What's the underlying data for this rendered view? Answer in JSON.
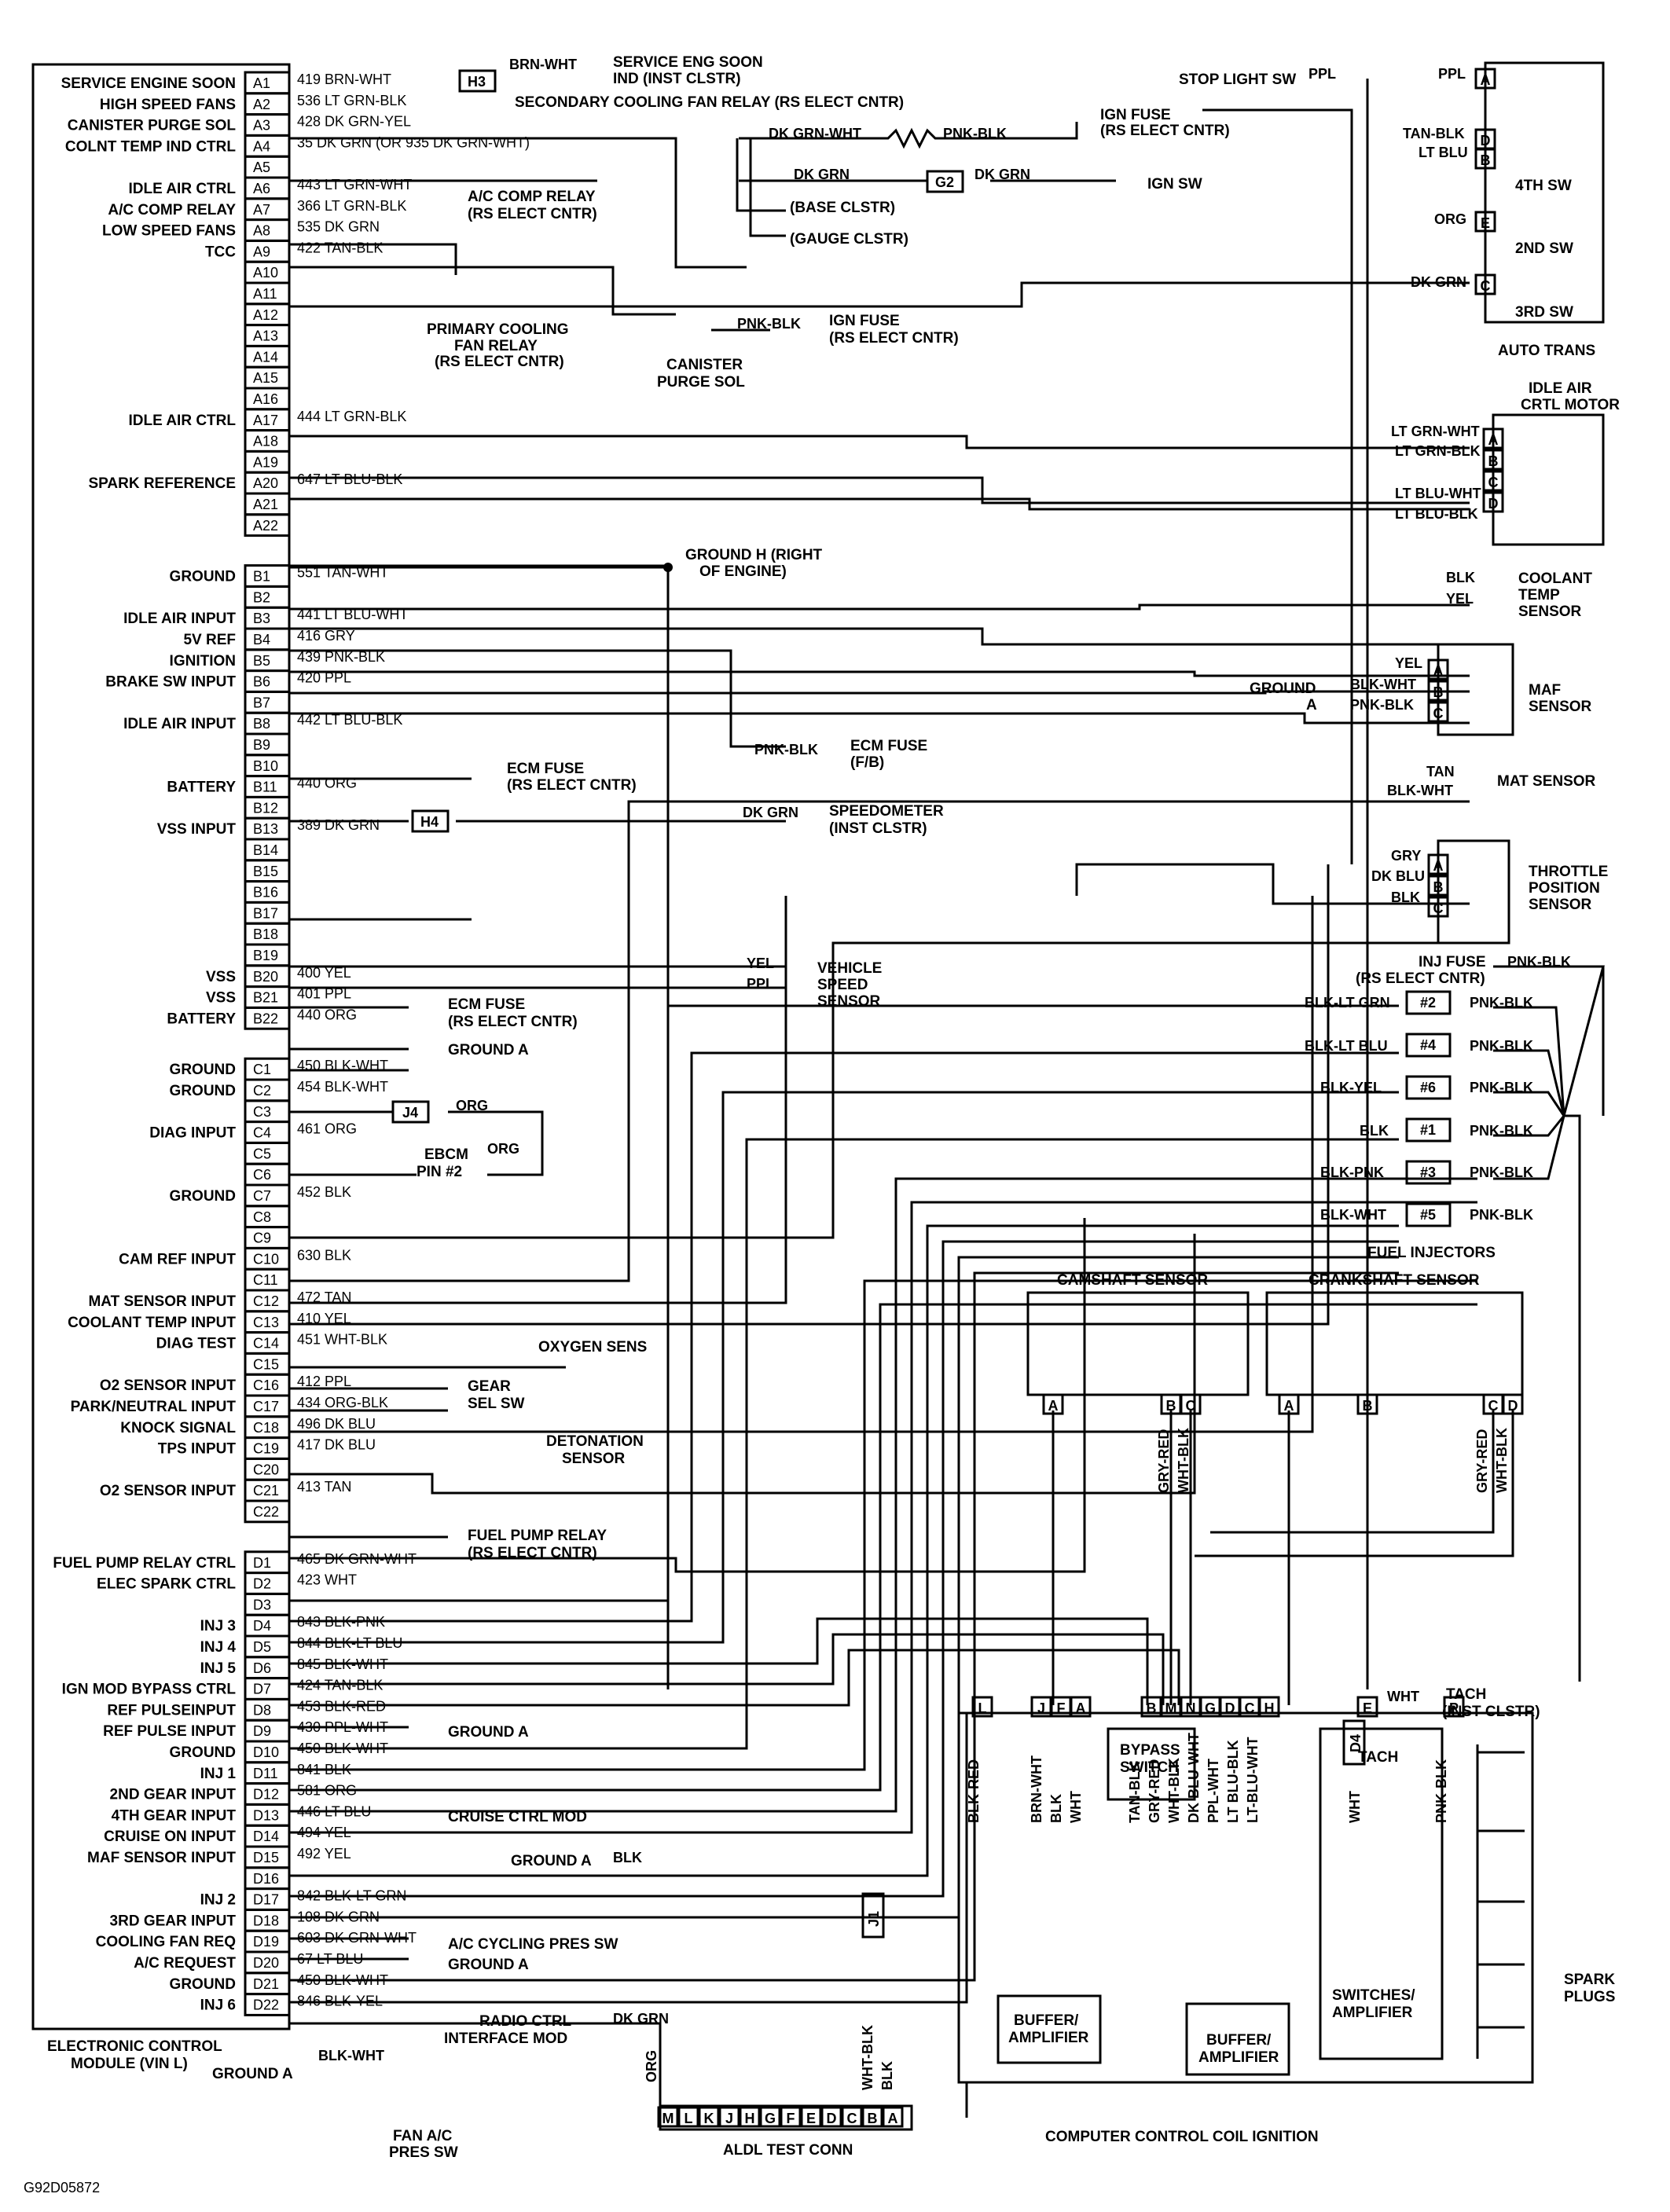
{
  "figure_id": "G92D05872",
  "ecm": {
    "title_line1": "ELECTRONIC CONTROL",
    "title_line2": "MODULE (VIN L)",
    "pins": [
      {
        "pin": "A1",
        "label": "SERVICE ENGINE SOON",
        "wire": "419 BRN-WHT"
      },
      {
        "pin": "A2",
        "label": "HIGH SPEED FANS",
        "wire": "536 LT GRN-BLK"
      },
      {
        "pin": "A3",
        "label": "CANISTER PURGE SOL",
        "wire": "428 DK GRN-YEL"
      },
      {
        "pin": "A4",
        "label": "COLNT TEMP IND CTRL",
        "wire": "35 DK GRN (OR 935 DK GRN-WHT)"
      },
      {
        "pin": "A5",
        "label": "",
        "wire": ""
      },
      {
        "pin": "A6",
        "label": "IDLE AIR CTRL",
        "wire": "443 LT GRN-WHT"
      },
      {
        "pin": "A7",
        "label": "A/C COMP RELAY",
        "wire": "366 LT GRN-BLK"
      },
      {
        "pin": "A8",
        "label": "LOW SPEED FANS",
        "wire": "535 DK GRN"
      },
      {
        "pin": "A9",
        "label": "TCC",
        "wire": "422 TAN-BLK"
      },
      {
        "pin": "A10",
        "label": "",
        "wire": ""
      },
      {
        "pin": "A11",
        "label": "",
        "wire": ""
      },
      {
        "pin": "A12",
        "label": "",
        "wire": ""
      },
      {
        "pin": "A13",
        "label": "",
        "wire": ""
      },
      {
        "pin": "A14",
        "label": "",
        "wire": ""
      },
      {
        "pin": "A15",
        "label": "",
        "wire": ""
      },
      {
        "pin": "A16",
        "label": "",
        "wire": ""
      },
      {
        "pin": "A17",
        "label": "IDLE AIR CTRL",
        "wire": "444 LT GRN-BLK"
      },
      {
        "pin": "A18",
        "label": "",
        "wire": ""
      },
      {
        "pin": "A19",
        "label": "",
        "wire": ""
      },
      {
        "pin": "A20",
        "label": "SPARK REFERENCE",
        "wire": "647 LT BLU-BLK"
      },
      {
        "pin": "A21",
        "label": "",
        "wire": ""
      },
      {
        "pin": "A22",
        "label": "",
        "wire": ""
      },
      {
        "pin": "B1",
        "label": "GROUND",
        "wire": "551 TAN-WHT"
      },
      {
        "pin": "B2",
        "label": "",
        "wire": ""
      },
      {
        "pin": "B3",
        "label": "IDLE AIR INPUT",
        "wire": "441 LT BLU-WHT"
      },
      {
        "pin": "B4",
        "label": "5V REF",
        "wire": "416 GRY"
      },
      {
        "pin": "B5",
        "label": "IGNITION",
        "wire": "439 PNK-BLK"
      },
      {
        "pin": "B6",
        "label": "BRAKE SW INPUT",
        "wire": "420 PPL"
      },
      {
        "pin": "B7",
        "label": "",
        "wire": ""
      },
      {
        "pin": "B8",
        "label": "IDLE AIR INPUT",
        "wire": "442 LT BLU-BLK"
      },
      {
        "pin": "B9",
        "label": "",
        "wire": ""
      },
      {
        "pin": "B10",
        "label": "",
        "wire": ""
      },
      {
        "pin": "B11",
        "label": "BATTERY",
        "wire": "440 ORG"
      },
      {
        "pin": "B12",
        "label": "",
        "wire": ""
      },
      {
        "pin": "B13",
        "label": "VSS INPUT",
        "wire": "389 DK GRN"
      },
      {
        "pin": "B14",
        "label": "",
        "wire": ""
      },
      {
        "pin": "B15",
        "label": "",
        "wire": ""
      },
      {
        "pin": "B16",
        "label": "",
        "wire": ""
      },
      {
        "pin": "B17",
        "label": "",
        "wire": ""
      },
      {
        "pin": "B18",
        "label": "",
        "wire": ""
      },
      {
        "pin": "B19",
        "label": "",
        "wire": ""
      },
      {
        "pin": "B20",
        "label": "VSS",
        "wire": "400 YEL"
      },
      {
        "pin": "B21",
        "label": "VSS",
        "wire": "401 PPL"
      },
      {
        "pin": "B22",
        "label": "BATTERY",
        "wire": "440 ORG"
      },
      {
        "pin": "C1",
        "label": "GROUND",
        "wire": "450 BLK-WHT"
      },
      {
        "pin": "C2",
        "label": "GROUND",
        "wire": "454 BLK-WHT"
      },
      {
        "pin": "C3",
        "label": "",
        "wire": ""
      },
      {
        "pin": "C4",
        "label": "DIAG INPUT",
        "wire": "461 ORG"
      },
      {
        "pin": "C5",
        "label": "",
        "wire": ""
      },
      {
        "pin": "C6",
        "label": "",
        "wire": ""
      },
      {
        "pin": "C7",
        "label": "GROUND",
        "wire": "452 BLK"
      },
      {
        "pin": "C8",
        "label": "",
        "wire": ""
      },
      {
        "pin": "C9",
        "label": "",
        "wire": ""
      },
      {
        "pin": "C10",
        "label": "CAM REF INPUT",
        "wire": "630 BLK"
      },
      {
        "pin": "C11",
        "label": "",
        "wire": ""
      },
      {
        "pin": "C12",
        "label": "MAT SENSOR INPUT",
        "wire": "472 TAN"
      },
      {
        "pin": "C13",
        "label": "COOLANT TEMP INPUT",
        "wire": "410 YEL"
      },
      {
        "pin": "C14",
        "label": "DIAG TEST",
        "wire": "451 WHT-BLK"
      },
      {
        "pin": "C15",
        "label": "",
        "wire": ""
      },
      {
        "pin": "C16",
        "label": "O2 SENSOR INPUT",
        "wire": "412 PPL"
      },
      {
        "pin": "C17",
        "label": "PARK/NEUTRAL INPUT",
        "wire": "434 ORG-BLK"
      },
      {
        "pin": "C18",
        "label": "KNOCK SIGNAL",
        "wire": "496 DK BLU"
      },
      {
        "pin": "C19",
        "label": "TPS INPUT",
        "wire": "417 DK BLU"
      },
      {
        "pin": "C20",
        "label": "",
        "wire": ""
      },
      {
        "pin": "C21",
        "label": "O2 SENSOR INPUT",
        "wire": "413 TAN"
      },
      {
        "pin": "C22",
        "label": "",
        "wire": ""
      },
      {
        "pin": "D1",
        "label": "FUEL PUMP RELAY CTRL",
        "wire": "465 DK GRN-WHT"
      },
      {
        "pin": "D2",
        "label": "ELEC SPARK CTRL",
        "wire": "423 WHT"
      },
      {
        "pin": "D3",
        "label": "",
        "wire": ""
      },
      {
        "pin": "D4",
        "label": "INJ 3",
        "wire": "843 BLK-PNK"
      },
      {
        "pin": "D5",
        "label": "INJ 4",
        "wire": "844 BLK-LT BLU"
      },
      {
        "pin": "D6",
        "label": "INJ 5",
        "wire": "845 BLK-WHT"
      },
      {
        "pin": "D7",
        "label": "IGN MOD BYPASS CTRL",
        "wire": "424 TAN-BLK"
      },
      {
        "pin": "D8",
        "label": "REF PULSEINPUT",
        "wire": "453 BLK-RED"
      },
      {
        "pin": "D9",
        "label": "REF PULSE INPUT",
        "wire": "430 PPL-WHT"
      },
      {
        "pin": "D10",
        "label": "GROUND",
        "wire": "450 BLK-WHT"
      },
      {
        "pin": "D11",
        "label": "INJ 1",
        "wire": "841 BLK"
      },
      {
        "pin": "D12",
        "label": "2ND GEAR INPUT",
        "wire": "581 ORG"
      },
      {
        "pin": "D13",
        "label": "4TH GEAR INPUT",
        "wire": "446 LT BLU"
      },
      {
        "pin": "D14",
        "label": "CRUISE ON INPUT",
        "wire": "494 YEL"
      },
      {
        "pin": "D15",
        "label": "MAF SENSOR INPUT",
        "wire": "492 YEL"
      },
      {
        "pin": "D16",
        "label": "",
        "wire": ""
      },
      {
        "pin": "D17",
        "label": "INJ 2",
        "wire": "842 BLK-LT GRN"
      },
      {
        "pin": "D18",
        "label": "3RD GEAR INPUT",
        "wire": "108 DK GRN"
      },
      {
        "pin": "D19",
        "label": "COOLING FAN REQ",
        "wire": "603 DK GRN-WHT"
      },
      {
        "pin": "D20",
        "label": "A/C REQUEST",
        "wire": "67 LT BLU"
      },
      {
        "pin": "D21",
        "label": "GROUND",
        "wire": "450 BLK-WHT"
      },
      {
        "pin": "D22",
        "label": "INJ 6",
        "wire": "846 BLK-YEL"
      }
    ]
  },
  "notes": [
    {
      "id": "n1",
      "text": "SERVICE ENG SOON"
    },
    {
      "id": "n2",
      "text": "IND (INST CLSTR)"
    },
    {
      "id": "n3",
      "text": "SECONDARY COOLING FAN RELAY (RS ELECT CNTR)"
    },
    {
      "id": "n4",
      "text": "IGN FUSE"
    },
    {
      "id": "n5",
      "text": "(RS ELECT CNTR)"
    },
    {
      "id": "n6",
      "text": "IGN SW"
    },
    {
      "id": "n7",
      "text": "(BASE CLSTR)"
    },
    {
      "id": "n8",
      "text": "(GAUGE CLSTR)"
    },
    {
      "id": "n9",
      "text": "A/C COMP RELAY"
    },
    {
      "id": "n10",
      "text": "(RS ELECT CNTR)"
    },
    {
      "id": "n11",
      "text": "PRIMARY COOLING"
    },
    {
      "id": "n12",
      "text": "FAN RELAY"
    },
    {
      "id": "n13",
      "text": "(RS ELECT CNTR)"
    },
    {
      "id": "n14",
      "text": "IGN FUSE"
    },
    {
      "id": "n15",
      "text": "(RS ELECT CNTR)"
    },
    {
      "id": "n16",
      "text": "CANISTER"
    },
    {
      "id": "n17",
      "text": "PURGE SOL"
    },
    {
      "id": "n18",
      "text": "GROUND H (RIGHT"
    },
    {
      "id": "n19",
      "text": "OF ENGINE)"
    },
    {
      "id": "n20",
      "text": "ECM FUSE"
    },
    {
      "id": "n21",
      "text": "(F/B)"
    },
    {
      "id": "n22",
      "text": "ECM FUSE"
    },
    {
      "id": "n23",
      "text": "(RS ELECT CNTR)"
    },
    {
      "id": "n24",
      "text": "SPEEDOMETER"
    },
    {
      "id": "n25",
      "text": "(INST CLSTR)"
    },
    {
      "id": "n26",
      "text": "VEHICLE"
    },
    {
      "id": "n27",
      "text": "SPEED"
    },
    {
      "id": "n28",
      "text": "SENSOR"
    },
    {
      "id": "n29",
      "text": "ECM FUSE"
    },
    {
      "id": "n30",
      "text": "(RS ELECT CNTR)"
    },
    {
      "id": "n31",
      "text": "GROUND A"
    },
    {
      "id": "n32",
      "text": "EBCM"
    },
    {
      "id": "n33",
      "text": "PIN #2"
    },
    {
      "id": "n34",
      "text": "OXYGEN SENS"
    },
    {
      "id": "n35",
      "text": "GEAR"
    },
    {
      "id": "n36",
      "text": "SEL SW"
    },
    {
      "id": "n37",
      "text": "DETONATION"
    },
    {
      "id": "n38",
      "text": "SENSOR"
    },
    {
      "id": "n39",
      "text": "FUEL PUMP RELAY"
    },
    {
      "id": "n40",
      "text": "(RS ELECT CNTR)"
    },
    {
      "id": "n41",
      "text": "GROUND A"
    },
    {
      "id": "n42",
      "text": "CRUISE CTRL MOD"
    },
    {
      "id": "n43",
      "text": "GROUND A"
    },
    {
      "id": "n44",
      "text": "A/C CYCLING PRES SW"
    },
    {
      "id": "n45",
      "text": "GROUND A"
    },
    {
      "id": "n46",
      "text": "RADIO CTRL"
    },
    {
      "id": "n47",
      "text": "INTERFACE MOD"
    },
    {
      "id": "n48",
      "text": "GROUND A"
    },
    {
      "id": "n49",
      "text": "FAN A/C"
    },
    {
      "id": "n50",
      "text": "PRES SW"
    },
    {
      "id": "n51",
      "text": "ALDL TEST CONN"
    },
    {
      "id": "n52",
      "text": "STOP LIGHT SW"
    },
    {
      "id": "n53",
      "text": "AUTO TRANS"
    },
    {
      "id": "n54",
      "text": "4TH SW"
    },
    {
      "id": "n55",
      "text": "2ND SW"
    },
    {
      "id": "n56",
      "text": "3RD SW"
    },
    {
      "id": "n57",
      "text": "IDLE AIR"
    },
    {
      "id": "n58",
      "text": "CRTL MOTOR"
    },
    {
      "id": "n59",
      "text": "COOLANT"
    },
    {
      "id": "n60",
      "text": "TEMP"
    },
    {
      "id": "n61",
      "text": "SENSOR"
    },
    {
      "id": "n62",
      "text": "GROUND"
    },
    {
      "id": "n63",
      "text": "A"
    },
    {
      "id": "n64",
      "text": "MAF"
    },
    {
      "id": "n65",
      "text": "SENSOR"
    },
    {
      "id": "n66",
      "text": "MAT SENSOR"
    },
    {
      "id": "n67",
      "text": "THROTTLE"
    },
    {
      "id": "n68",
      "text": "POSITION"
    },
    {
      "id": "n69",
      "text": "SENSOR"
    },
    {
      "id": "n70",
      "text": "INJ FUSE"
    },
    {
      "id": "n71",
      "text": "(RS ELECT CNTR)"
    },
    {
      "id": "n72",
      "text": "FUEL INJECTORS"
    },
    {
      "id": "n73",
      "text": "CAMSHAFT SENSOR"
    },
    {
      "id": "n74",
      "text": "CRANKSHAFT SENSOR"
    },
    {
      "id": "n75",
      "text": "TACH"
    },
    {
      "id": "n76",
      "text": "(INST CLSTR)"
    },
    {
      "id": "n77",
      "text": "BYPASS"
    },
    {
      "id": "n78",
      "text": "SWITCH"
    },
    {
      "id": "n79",
      "text": "TACH"
    },
    {
      "id": "n80",
      "text": "SWITCHES/"
    },
    {
      "id": "n81",
      "text": "AMPLIFIER"
    },
    {
      "id": "n82",
      "text": "BUFFER/"
    },
    {
      "id": "n83",
      "text": "AMPLIFIER"
    },
    {
      "id": "n84",
      "text": "BUFFER/"
    },
    {
      "id": "n85",
      "text": "AMPLIFIER"
    },
    {
      "id": "n86",
      "text": "SPARK"
    },
    {
      "id": "n87",
      "text": "PLUGS"
    },
    {
      "id": "n88",
      "text": "COMPUTER CONTROL COIL IGNITION"
    }
  ],
  "wire_colors": [
    {
      "id": "c1",
      "text": "BRN-WHT"
    },
    {
      "id": "c2",
      "text": "DK GRN-WHT"
    },
    {
      "id": "c3",
      "text": "PNK-BLK"
    },
    {
      "id": "c4",
      "text": "DK GRN"
    },
    {
      "id": "c5",
      "text": "DK GRN"
    },
    {
      "id": "c6",
      "text": "PNK-BLK"
    },
    {
      "id": "c7",
      "text": "PNK-BLK"
    },
    {
      "id": "c8",
      "text": "DK GRN"
    },
    {
      "id": "c9",
      "text": "YEL"
    },
    {
      "id": "c10",
      "text": "PPL"
    },
    {
      "id": "c11",
      "text": "ORG"
    },
    {
      "id": "c12",
      "text": "ORG"
    },
    {
      "id": "c13",
      "text": "BLK"
    },
    {
      "id": "c14",
      "text": "BLK-WHT"
    },
    {
      "id": "c15",
      "text": "DK GRN"
    },
    {
      "id": "c16",
      "text": "ORG"
    },
    {
      "id": "c17",
      "text": "WHT-BLK"
    },
    {
      "id": "c18",
      "text": "BLK"
    },
    {
      "id": "c19",
      "text": "PPL"
    },
    {
      "id": "c20",
      "text": "PPL"
    },
    {
      "id": "c21",
      "text": "TAN-BLK"
    },
    {
      "id": "c22",
      "text": "LT BLU"
    },
    {
      "id": "c23",
      "text": "ORG"
    },
    {
      "id": "c24",
      "text": "DK GRN"
    },
    {
      "id": "c25",
      "text": "LT GRN-WHT"
    },
    {
      "id": "c26",
      "text": "LT GRN-BLK"
    },
    {
      "id": "c27",
      "text": "LT BLU-WHT"
    },
    {
      "id": "c28",
      "text": "LT BLU-BLK"
    },
    {
      "id": "c29",
      "text": "BLK"
    },
    {
      "id": "c30",
      "text": "YEL"
    },
    {
      "id": "c31",
      "text": "YEL"
    },
    {
      "id": "c32",
      "text": "BLK-WHT"
    },
    {
      "id": "c33",
      "text": "PNK-BLK"
    },
    {
      "id": "c34",
      "text": "TAN"
    },
    {
      "id": "c35",
      "text": "BLK-WHT"
    },
    {
      "id": "c36",
      "text": "GRY"
    },
    {
      "id": "c37",
      "text": "DK BLU"
    },
    {
      "id": "c38",
      "text": "BLK"
    },
    {
      "id": "c39",
      "text": "PNK-BLK"
    },
    {
      "id": "c40",
      "text": "BLK-LT GRN"
    },
    {
      "id": "c41",
      "text": "PNK-BLK"
    },
    {
      "id": "c42",
      "text": "BLK-LT BLU"
    },
    {
      "id": "c43",
      "text": "PNK-BLK"
    },
    {
      "id": "c44",
      "text": "BLK-YEL"
    },
    {
      "id": "c45",
      "text": "PNK-BLK"
    },
    {
      "id": "c46",
      "text": "BLK"
    },
    {
      "id": "c47",
      "text": "PNK-BLK"
    },
    {
      "id": "c48",
      "text": "BLK-PNK"
    },
    {
      "id": "c49",
      "text": "PNK-BLK"
    },
    {
      "id": "c50",
      "text": "BLK-WHT"
    },
    {
      "id": "c51",
      "text": "PNK-BLK"
    },
    {
      "id": "c52",
      "text": "WHT"
    },
    {
      "id": "c53",
      "text": "GRY-RED"
    },
    {
      "id": "c54",
      "text": "WHT-BLK"
    },
    {
      "id": "c55",
      "text": "GRY-RED"
    },
    {
      "id": "c56",
      "text": "WHT-BLK"
    },
    {
      "id": "c57",
      "text": "BLK-RED"
    },
    {
      "id": "c58",
      "text": "BRN-WHT"
    },
    {
      "id": "c59",
      "text": "BLK"
    },
    {
      "id": "c60",
      "text": "WHT"
    },
    {
      "id": "c61",
      "text": "TAN-BLK"
    },
    {
      "id": "c62",
      "text": "GRY-RED"
    },
    {
      "id": "c63",
      "text": "WHT-BLK"
    },
    {
      "id": "c64",
      "text": "DK BLU-WHT"
    },
    {
      "id": "c65",
      "text": "PPL-WHT"
    },
    {
      "id": "c66",
      "text": "LT BLU-BLK"
    },
    {
      "id": "c67",
      "text": "LT-BLU-WHT"
    },
    {
      "id": "c68",
      "text": "WHT"
    },
    {
      "id": "c69",
      "text": "PNK-BLK"
    }
  ],
  "connectors": [
    {
      "id": "k1",
      "text": "H3"
    },
    {
      "id": "k2",
      "text": "G2"
    },
    {
      "id": "k3",
      "text": "H4"
    },
    {
      "id": "k4",
      "text": "J4"
    },
    {
      "id": "k5",
      "text": "J1"
    },
    {
      "id": "k6",
      "text": "D4"
    }
  ],
  "trans_pins": [
    "A",
    "D",
    "B",
    "E",
    "C"
  ],
  "iac_pins": [
    "A",
    "B",
    "C",
    "D"
  ],
  "maf_pins": [
    "A",
    "B",
    "C"
  ],
  "tps_pins": [
    "A",
    "B",
    "C"
  ],
  "injectors": [
    "#2",
    "#4",
    "#6",
    "#1",
    "#3",
    "#5"
  ],
  "cam_pins": [
    "A",
    "B",
    "C"
  ],
  "crank_pins": [
    "A",
    "B",
    "C",
    "D"
  ],
  "ign_pins": [
    "L",
    "J",
    "F",
    "A",
    "B",
    "M",
    "N",
    "G",
    "D",
    "C",
    "H",
    "E",
    "P"
  ],
  "aldl_pins": [
    "M",
    "L",
    "K",
    "J",
    "H",
    "G",
    "F",
    "E",
    "D",
    "C",
    "B",
    "A"
  ]
}
